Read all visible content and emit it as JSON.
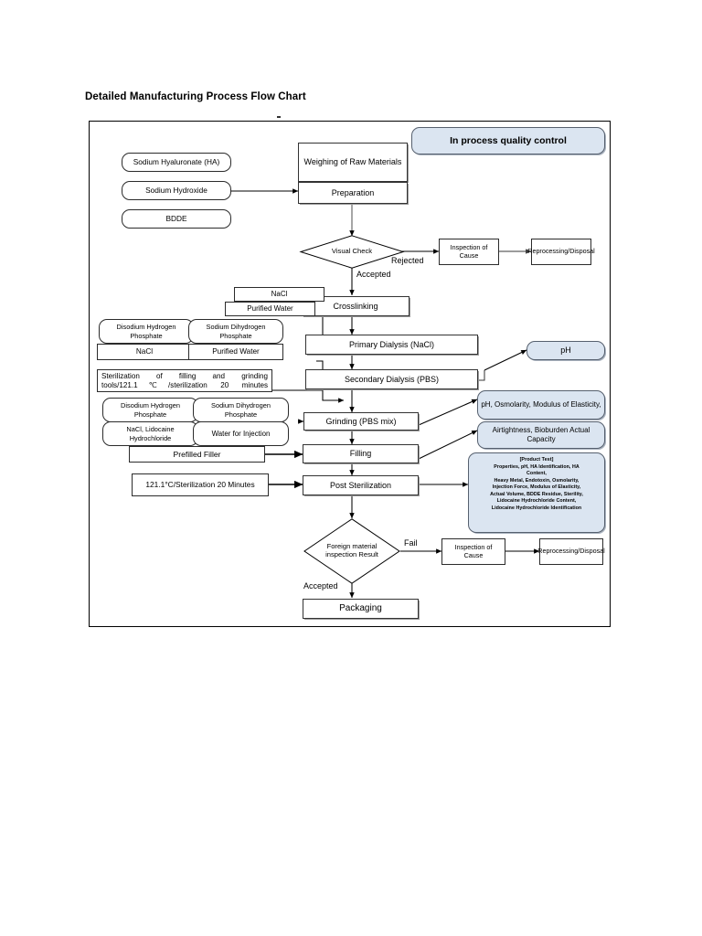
{
  "document": {
    "title": "Detailed Manufacturing Process Flow Chart"
  },
  "header": {
    "quality_control_label": "In process quality control",
    "qc_fill_color": "#dbe5f1",
    "qc_border_color": "#56606e"
  },
  "inputs": {
    "raw_materials": [
      {
        "label": "Sodium Hyaluronate (HA)"
      },
      {
        "label": "Sodium Hydroxide"
      },
      {
        "label": "BDDE"
      }
    ],
    "primary_dialysis_reagents": [
      {
        "label": "NaCl"
      },
      {
        "label": "Purified Water"
      }
    ],
    "secondary_dialysis_reagents": [
      {
        "label": "Disodium Hydrogen Phosphate"
      },
      {
        "label": "Sodium Dihydrogen Phosphate"
      },
      {
        "label": "NaCl"
      },
      {
        "label": "Purified Water"
      }
    ],
    "sterilization_tools": {
      "label": "Sterilization of filling and grinding tools/121.1℃/sterilization 20 minutes"
    },
    "grinding_reagents": [
      {
        "label": "Disodium Hydrogen Phosphate"
      },
      {
        "label": "Sodium Dihydrogen Phosphate"
      },
      {
        "label": "NaCl, Lidocaine Hydrochloride"
      },
      {
        "label": "Water for Injection"
      }
    ],
    "filling_input": {
      "label": "Prefilled Filler"
    },
    "post_sterilization_input": {
      "label": "121.1°C/Sterilization 20 Minutes"
    }
  },
  "process": {
    "weighing": "Weighing of Raw Materials",
    "preparation": "Preparation",
    "visual_check": "Visual Check",
    "crosslinking": "Crosslinking",
    "primary_dialysis": "Primary Dialysis (NaCl)",
    "secondary_dialysis": "Secondary Dialysis (PBS)",
    "grinding": "Grinding (PBS mix)",
    "filling": "Filling",
    "post_sterilization": "Post Sterilization",
    "foreign_material_inspection": "Foreign material inspection Result",
    "packaging": "Packaging"
  },
  "rework": {
    "top_inspection": "Inspection of Cause",
    "top_disposal": "Reprocessing/Disposal",
    "bottom_inspection": "Inspection of Cause",
    "bottom_disposal": "Reprocessing/Disposal"
  },
  "edge_labels": {
    "rejected": "Rejected",
    "accepted_top": "Accepted",
    "fail": "Fail",
    "accepted_bottom": "Accepted"
  },
  "quality_control": {
    "ph": "pH",
    "grinding_qc": "pH, Osmolarity, Modulus of Elasticity,",
    "filling_qc": "Airtightness, Bioburden Actual Capacity",
    "product_test": {
      "heading": "[Product Test]",
      "lines": [
        "Properties, pH, HA Identification, HA",
        "Content,",
        "Heavy Metal, Endotoxin, Osmolarity,",
        "Injection Force, Modulus of Elasticity,",
        "Actual Volume, BDDE Residue, Sterility,",
        "Lidocaine Hydrochloride Content,",
        "Lidocaine Hydrochloride Identification"
      ]
    }
  },
  "chart_data": {
    "type": "flowchart",
    "title": "Detailed Manufacturing Process Flow Chart",
    "nodes": [
      {
        "id": "sodium_hyaluronate",
        "label": "Sodium Hyaluronate (HA)",
        "shape": "rounded-rect",
        "kind": "input"
      },
      {
        "id": "sodium_hydroxide",
        "label": "Sodium Hydroxide",
        "shape": "rounded-rect",
        "kind": "input"
      },
      {
        "id": "bdde",
        "label": "BDDE",
        "shape": "rounded-rect",
        "kind": "input"
      },
      {
        "id": "weighing",
        "label": "Weighing of Raw Materials",
        "shape": "rect",
        "kind": "process"
      },
      {
        "id": "preparation",
        "label": "Preparation",
        "shape": "rect",
        "kind": "process"
      },
      {
        "id": "visual_check",
        "label": "Visual Check",
        "shape": "diamond",
        "kind": "decision"
      },
      {
        "id": "inspection_cause_1",
        "label": "Inspection of Cause",
        "shape": "rect",
        "kind": "rework"
      },
      {
        "id": "disposal_1",
        "label": "Reprocessing/Disposal",
        "shape": "rect",
        "kind": "rework"
      },
      {
        "id": "crosslinking",
        "label": "Crosslinking",
        "shape": "rect",
        "kind": "process"
      },
      {
        "id": "nacl_1",
        "label": "NaCl",
        "shape": "rect",
        "kind": "input"
      },
      {
        "id": "purified_water_1",
        "label": "Purified Water",
        "shape": "rect",
        "kind": "input"
      },
      {
        "id": "primary_dialysis",
        "label": "Primary Dialysis (NaCl)",
        "shape": "rect",
        "kind": "process"
      },
      {
        "id": "disodium_hydrogen_phosphate_1",
        "label": "Disodium Hydrogen Phosphate",
        "shape": "rounded-rect",
        "kind": "input"
      },
      {
        "id": "sodium_dihydrogen_phosphate_1",
        "label": "Sodium Dihydrogen Phosphate",
        "shape": "rounded-rect",
        "kind": "input"
      },
      {
        "id": "nacl_2",
        "label": "NaCl",
        "shape": "rect",
        "kind": "input"
      },
      {
        "id": "purified_water_2",
        "label": "Purified Water",
        "shape": "rect",
        "kind": "input"
      },
      {
        "id": "secondary_dialysis",
        "label": "Secondary Dialysis (PBS)",
        "shape": "rect",
        "kind": "process"
      },
      {
        "id": "sterilization_tools",
        "label": "Sterilization of filling and grinding tools/121.1℃/sterilization 20 minutes",
        "shape": "rect",
        "kind": "input"
      },
      {
        "id": "disodium_hydrogen_phosphate_2",
        "label": "Disodium Hydrogen Phosphate",
        "shape": "rounded-rect",
        "kind": "input"
      },
      {
        "id": "sodium_dihydrogen_phosphate_2",
        "label": "Sodium Dihydrogen Phosphate",
        "shape": "rounded-rect",
        "kind": "input"
      },
      {
        "id": "nacl_lidocaine",
        "label": "NaCl, Lidocaine Hydrochloride",
        "shape": "rounded-rect",
        "kind": "input"
      },
      {
        "id": "water_for_injection",
        "label": "Water for Injection",
        "shape": "rounded-rect",
        "kind": "input"
      },
      {
        "id": "grinding",
        "label": "Grinding (PBS mix)",
        "shape": "rect",
        "kind": "process"
      },
      {
        "id": "prefilled_filler",
        "label": "Prefilled Filler",
        "shape": "rect",
        "kind": "input"
      },
      {
        "id": "filling",
        "label": "Filling",
        "shape": "rect",
        "kind": "process"
      },
      {
        "id": "sterilization_20min",
        "label": "121.1°C/Sterilization 20 Minutes",
        "shape": "rect",
        "kind": "input"
      },
      {
        "id": "post_sterilization",
        "label": "Post Sterilization",
        "shape": "rect",
        "kind": "process"
      },
      {
        "id": "foreign_material",
        "label": "Foreign material inspection Result",
        "shape": "diamond",
        "kind": "decision"
      },
      {
        "id": "inspection_cause_2",
        "label": "Inspection of Cause",
        "shape": "rect",
        "kind": "rework"
      },
      {
        "id": "disposal_2",
        "label": "Reprocessing/Disposal",
        "shape": "rect",
        "kind": "rework"
      },
      {
        "id": "packaging",
        "label": "Packaging",
        "shape": "rect",
        "kind": "process"
      },
      {
        "id": "qc_ph",
        "label": "pH",
        "shape": "rounded-rect",
        "kind": "qc"
      },
      {
        "id": "qc_grinding",
        "label": "pH, Osmolarity, Modulus of Elasticity,",
        "shape": "rounded-rect",
        "kind": "qc"
      },
      {
        "id": "qc_filling",
        "label": "Airtightness, Bioburden Actual Capacity",
        "shape": "rounded-rect",
        "kind": "qc"
      },
      {
        "id": "qc_product_test",
        "label": "[Product Test]",
        "shape": "rounded-rect",
        "kind": "qc"
      }
    ],
    "edges": [
      {
        "from": "sodium_hydroxide",
        "to": "preparation",
        "label": ""
      },
      {
        "from": "weighing",
        "to": "preparation",
        "label": ""
      },
      {
        "from": "preparation",
        "to": "visual_check",
        "label": ""
      },
      {
        "from": "visual_check",
        "to": "inspection_cause_1",
        "label": "Rejected"
      },
      {
        "from": "inspection_cause_1",
        "to": "disposal_1",
        "label": ""
      },
      {
        "from": "visual_check",
        "to": "crosslinking",
        "label": "Accepted"
      },
      {
        "from": "crosslinking",
        "to": "primary_dialysis",
        "label": ""
      },
      {
        "from": "purified_water_1",
        "to": "primary_dialysis",
        "label": ""
      },
      {
        "from": "primary_dialysis",
        "to": "secondary_dialysis",
        "label": ""
      },
      {
        "from": "purified_water_2",
        "to": "secondary_dialysis",
        "label": ""
      },
      {
        "from": "secondary_dialysis",
        "to": "qc_ph",
        "label": ""
      },
      {
        "from": "sterilization_tools",
        "to": "grinding",
        "label": ""
      },
      {
        "from": "secondary_dialysis",
        "to": "grinding",
        "label": ""
      },
      {
        "from": "water_for_injection",
        "to": "grinding",
        "label": ""
      },
      {
        "from": "grinding",
        "to": "qc_grinding",
        "label": ""
      },
      {
        "from": "grinding",
        "to": "filling",
        "label": ""
      },
      {
        "from": "prefilled_filler",
        "to": "filling",
        "label": ""
      },
      {
        "from": "filling",
        "to": "qc_filling",
        "label": ""
      },
      {
        "from": "filling",
        "to": "post_sterilization",
        "label": ""
      },
      {
        "from": "sterilization_20min",
        "to": "post_sterilization",
        "label": ""
      },
      {
        "from": "post_sterilization",
        "to": "qc_product_test",
        "label": ""
      },
      {
        "from": "post_sterilization",
        "to": "foreign_material",
        "label": ""
      },
      {
        "from": "foreign_material",
        "to": "inspection_cause_2",
        "label": "Fail"
      },
      {
        "from": "inspection_cause_2",
        "to": "disposal_2",
        "label": ""
      },
      {
        "from": "foreign_material",
        "to": "packaging",
        "label": "Accepted"
      }
    ]
  }
}
